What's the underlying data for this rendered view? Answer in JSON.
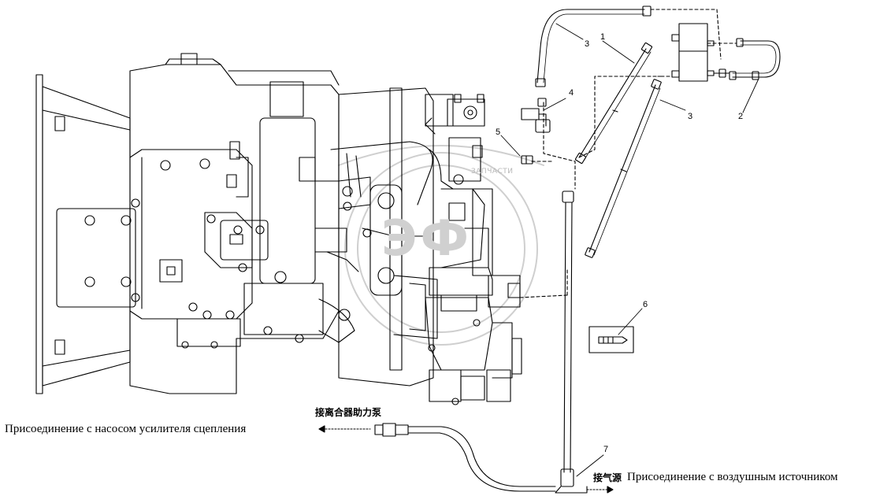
{
  "captions": {
    "clutch_pump_ru": "Присоединение с насосом усилителя сцепления",
    "clutch_pump_cn": "接离合器助力泵",
    "air_source_cn": "接气源",
    "air_source_ru": "Присоединение с воздушным источником"
  },
  "callouts": {
    "c1": "1",
    "c2": "2",
    "c3a": "3",
    "c3b": "3",
    "c4": "4",
    "c5": "5",
    "c6": "6",
    "c7": "7"
  },
  "watermark": {
    "text": "ЗАПЧАСТИ",
    "logo": "ЭФ"
  },
  "colors": {
    "line": "#000000",
    "watermark": "#d0d0d0",
    "background": "#ffffff"
  }
}
